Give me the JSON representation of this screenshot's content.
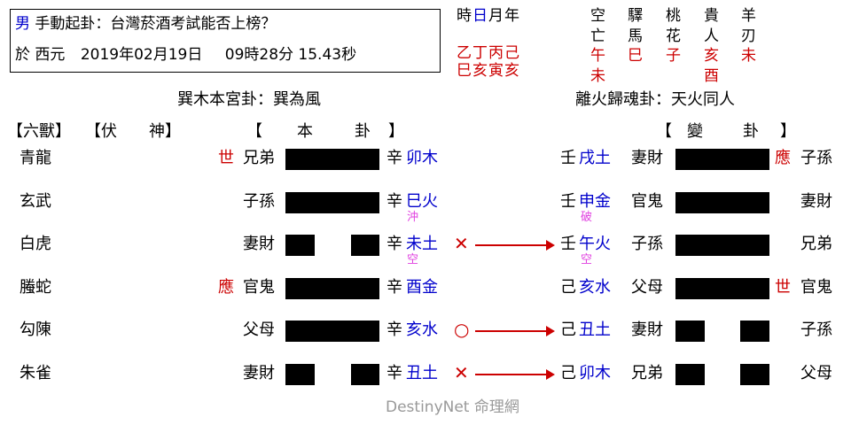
{
  "header": {
    "gender": "男",
    "question": "手動起卦：台灣菸酒考試能否上榜？",
    "date_prefix": "於 西元",
    "date": "2019年02月19日",
    "time": "09時28分 15.43秒"
  },
  "calendar": {
    "labels": [
      "時",
      "日",
      "月",
      "年"
    ],
    "stems": "乙丁丙己",
    "branches": "巳亥寅亥"
  },
  "spirits": {
    "row1": [
      "空",
      "驛",
      "桃",
      "貴",
      "羊"
    ],
    "row2": [
      "亡",
      "馬",
      "花",
      "人",
      "刃"
    ],
    "row3": [
      "午",
      "巳",
      "子",
      "亥",
      "未"
    ],
    "row4": [
      "未",
      "",
      "",
      "酉",
      ""
    ]
  },
  "hexagrams": {
    "main_name": "巽木本宮卦：巽為風",
    "changed_name": "離火歸魂卦：天火同人"
  },
  "columns": {
    "six_beasts": "【六獸】",
    "hidden_spirit": "【伏　　神】",
    "main_open": "【",
    "main_word1": "本",
    "main_word2": "卦",
    "main_close": "】",
    "changed_open": "【",
    "changed_word1": "變",
    "changed_word2": "卦",
    "changed_close": "】"
  },
  "lines": [
    {
      "beast": "青龍",
      "marker": "世",
      "relation": "兄弟",
      "yin": false,
      "stem": "辛",
      "branch": "卯木",
      "note": "",
      "symbol": "",
      "c_stem": "壬",
      "c_branch": "戌土",
      "c_note": "",
      "c_relation": "妻財",
      "c_yin": false,
      "c_marker": "應",
      "c_relation2": "子孫"
    },
    {
      "beast": "玄武",
      "marker": "",
      "relation": "子孫",
      "yin": false,
      "stem": "辛",
      "branch": "巳火",
      "note": "沖",
      "symbol": "",
      "c_stem": "壬",
      "c_branch": "申金",
      "c_note": "破",
      "c_relation": "官鬼",
      "c_yin": false,
      "c_marker": "",
      "c_relation2": "妻財"
    },
    {
      "beast": "白虎",
      "marker": "",
      "relation": "妻財",
      "yin": true,
      "stem": "辛",
      "branch": "未土",
      "note": "空",
      "symbol": "✕",
      "c_stem": "壬",
      "c_branch": "午火",
      "c_note": "空",
      "c_relation": "子孫",
      "c_yin": false,
      "c_marker": "",
      "c_relation2": "兄弟"
    },
    {
      "beast": "螣蛇",
      "marker": "應",
      "relation": "官鬼",
      "yin": false,
      "stem": "辛",
      "branch": "酉金",
      "note": "",
      "symbol": "",
      "c_stem": "己",
      "c_branch": "亥水",
      "c_note": "",
      "c_relation": "父母",
      "c_yin": false,
      "c_marker": "世",
      "c_relation2": "官鬼"
    },
    {
      "beast": "勾陳",
      "marker": "",
      "relation": "父母",
      "yin": false,
      "stem": "辛",
      "branch": "亥水",
      "note": "",
      "symbol": "○",
      "c_stem": "己",
      "c_branch": "丑土",
      "c_note": "",
      "c_relation": "妻財",
      "c_yin": true,
      "c_marker": "",
      "c_relation2": "子孫"
    },
    {
      "beast": "朱雀",
      "marker": "",
      "relation": "妻財",
      "yin": true,
      "stem": "辛",
      "branch": "丑土",
      "note": "",
      "symbol": "✕",
      "c_stem": "己",
      "c_branch": "卯木",
      "c_note": "",
      "c_relation": "兄弟",
      "c_yin": true,
      "c_marker": "",
      "c_relation2": "父母"
    }
  ],
  "footer": {
    "brand": "DestinyNet",
    "brand_cn": "命理網"
  }
}
